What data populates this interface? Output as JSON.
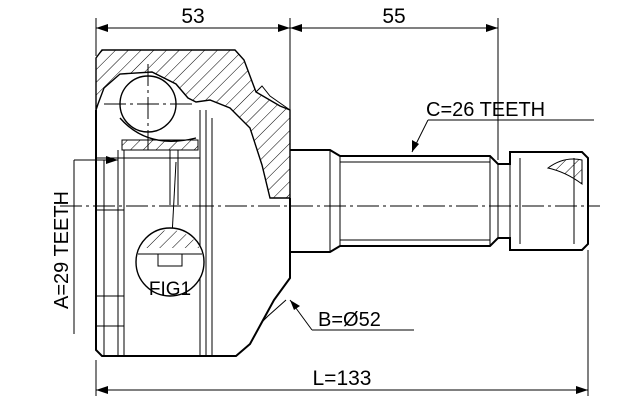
{
  "dimensions": {
    "housing_length": "53",
    "shaft_length": "55",
    "overall_length": "L=133"
  },
  "labels": {
    "outer_spline": "C=26 TEETH",
    "inner_spline": "A=29 TEETH",
    "seal_diameter": "B=Ø52",
    "detail_ref": "FIG1"
  }
}
